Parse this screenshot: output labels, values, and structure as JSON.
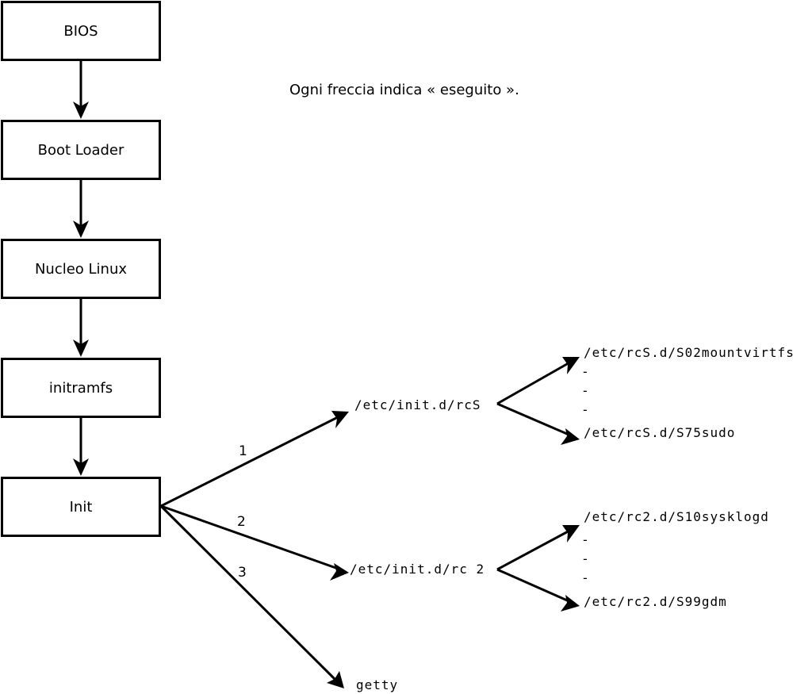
{
  "boxes": {
    "bios": "BIOS",
    "boot_loader": "Boot Loader",
    "kernel": "Nucleo Linux",
    "initramfs": "initramfs",
    "init": "Init"
  },
  "note": "Ogni freccia indica « eseguito ».",
  "branches": {
    "rcs": {
      "number": "1",
      "target": "/etc/init.d/rcS",
      "first": "/etc/rcS.d/S02mountvirtfs",
      "ellipsis": [
        "-",
        "-",
        "-"
      ],
      "last": "/etc/rcS.d/S75sudo"
    },
    "rc2": {
      "number": "2",
      "target": "/etc/init.d/rc 2",
      "first": "/etc/rc2.d/S10sysklogd",
      "ellipsis": [
        "-",
        "-",
        "-"
      ],
      "last": "/etc/rc2.d/S99gdm"
    },
    "getty": {
      "number": "3",
      "target": "getty"
    }
  }
}
